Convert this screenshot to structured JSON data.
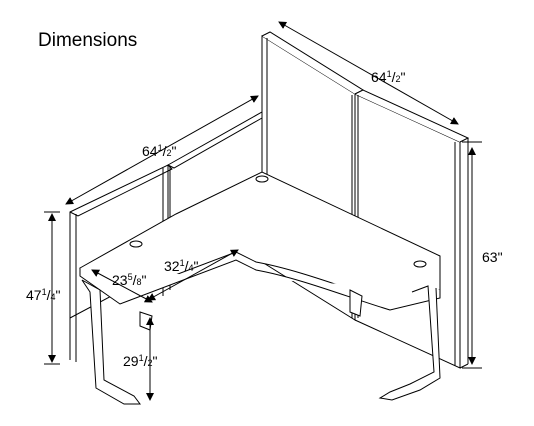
{
  "title": "Dimensions",
  "dimensions": {
    "back_panel_width": {
      "whole": "64",
      "num": "1",
      "den": "2",
      "unit": "\""
    },
    "side_panel_width": {
      "whole": "64",
      "num": "1",
      "den": "2",
      "unit": "\""
    },
    "tall_panel_height": {
      "whole": "63",
      "unit": "\""
    },
    "short_panel_height": {
      "whole": "47",
      "num": "1",
      "den": "4",
      "unit": "\""
    },
    "desk_height": {
      "whole": "29",
      "num": "1",
      "den": "2",
      "unit": "\""
    },
    "return_depth": {
      "whole": "23",
      "num": "5",
      "den": "8",
      "unit": "\""
    },
    "return_width": {
      "whole": "32",
      "num": "1",
      "den": "4",
      "unit": "\""
    }
  },
  "colors": {
    "line": "#000000",
    "panel_frame": "#555555",
    "panel_fill": "#ffffff",
    "fabric_edge": "#333333"
  }
}
